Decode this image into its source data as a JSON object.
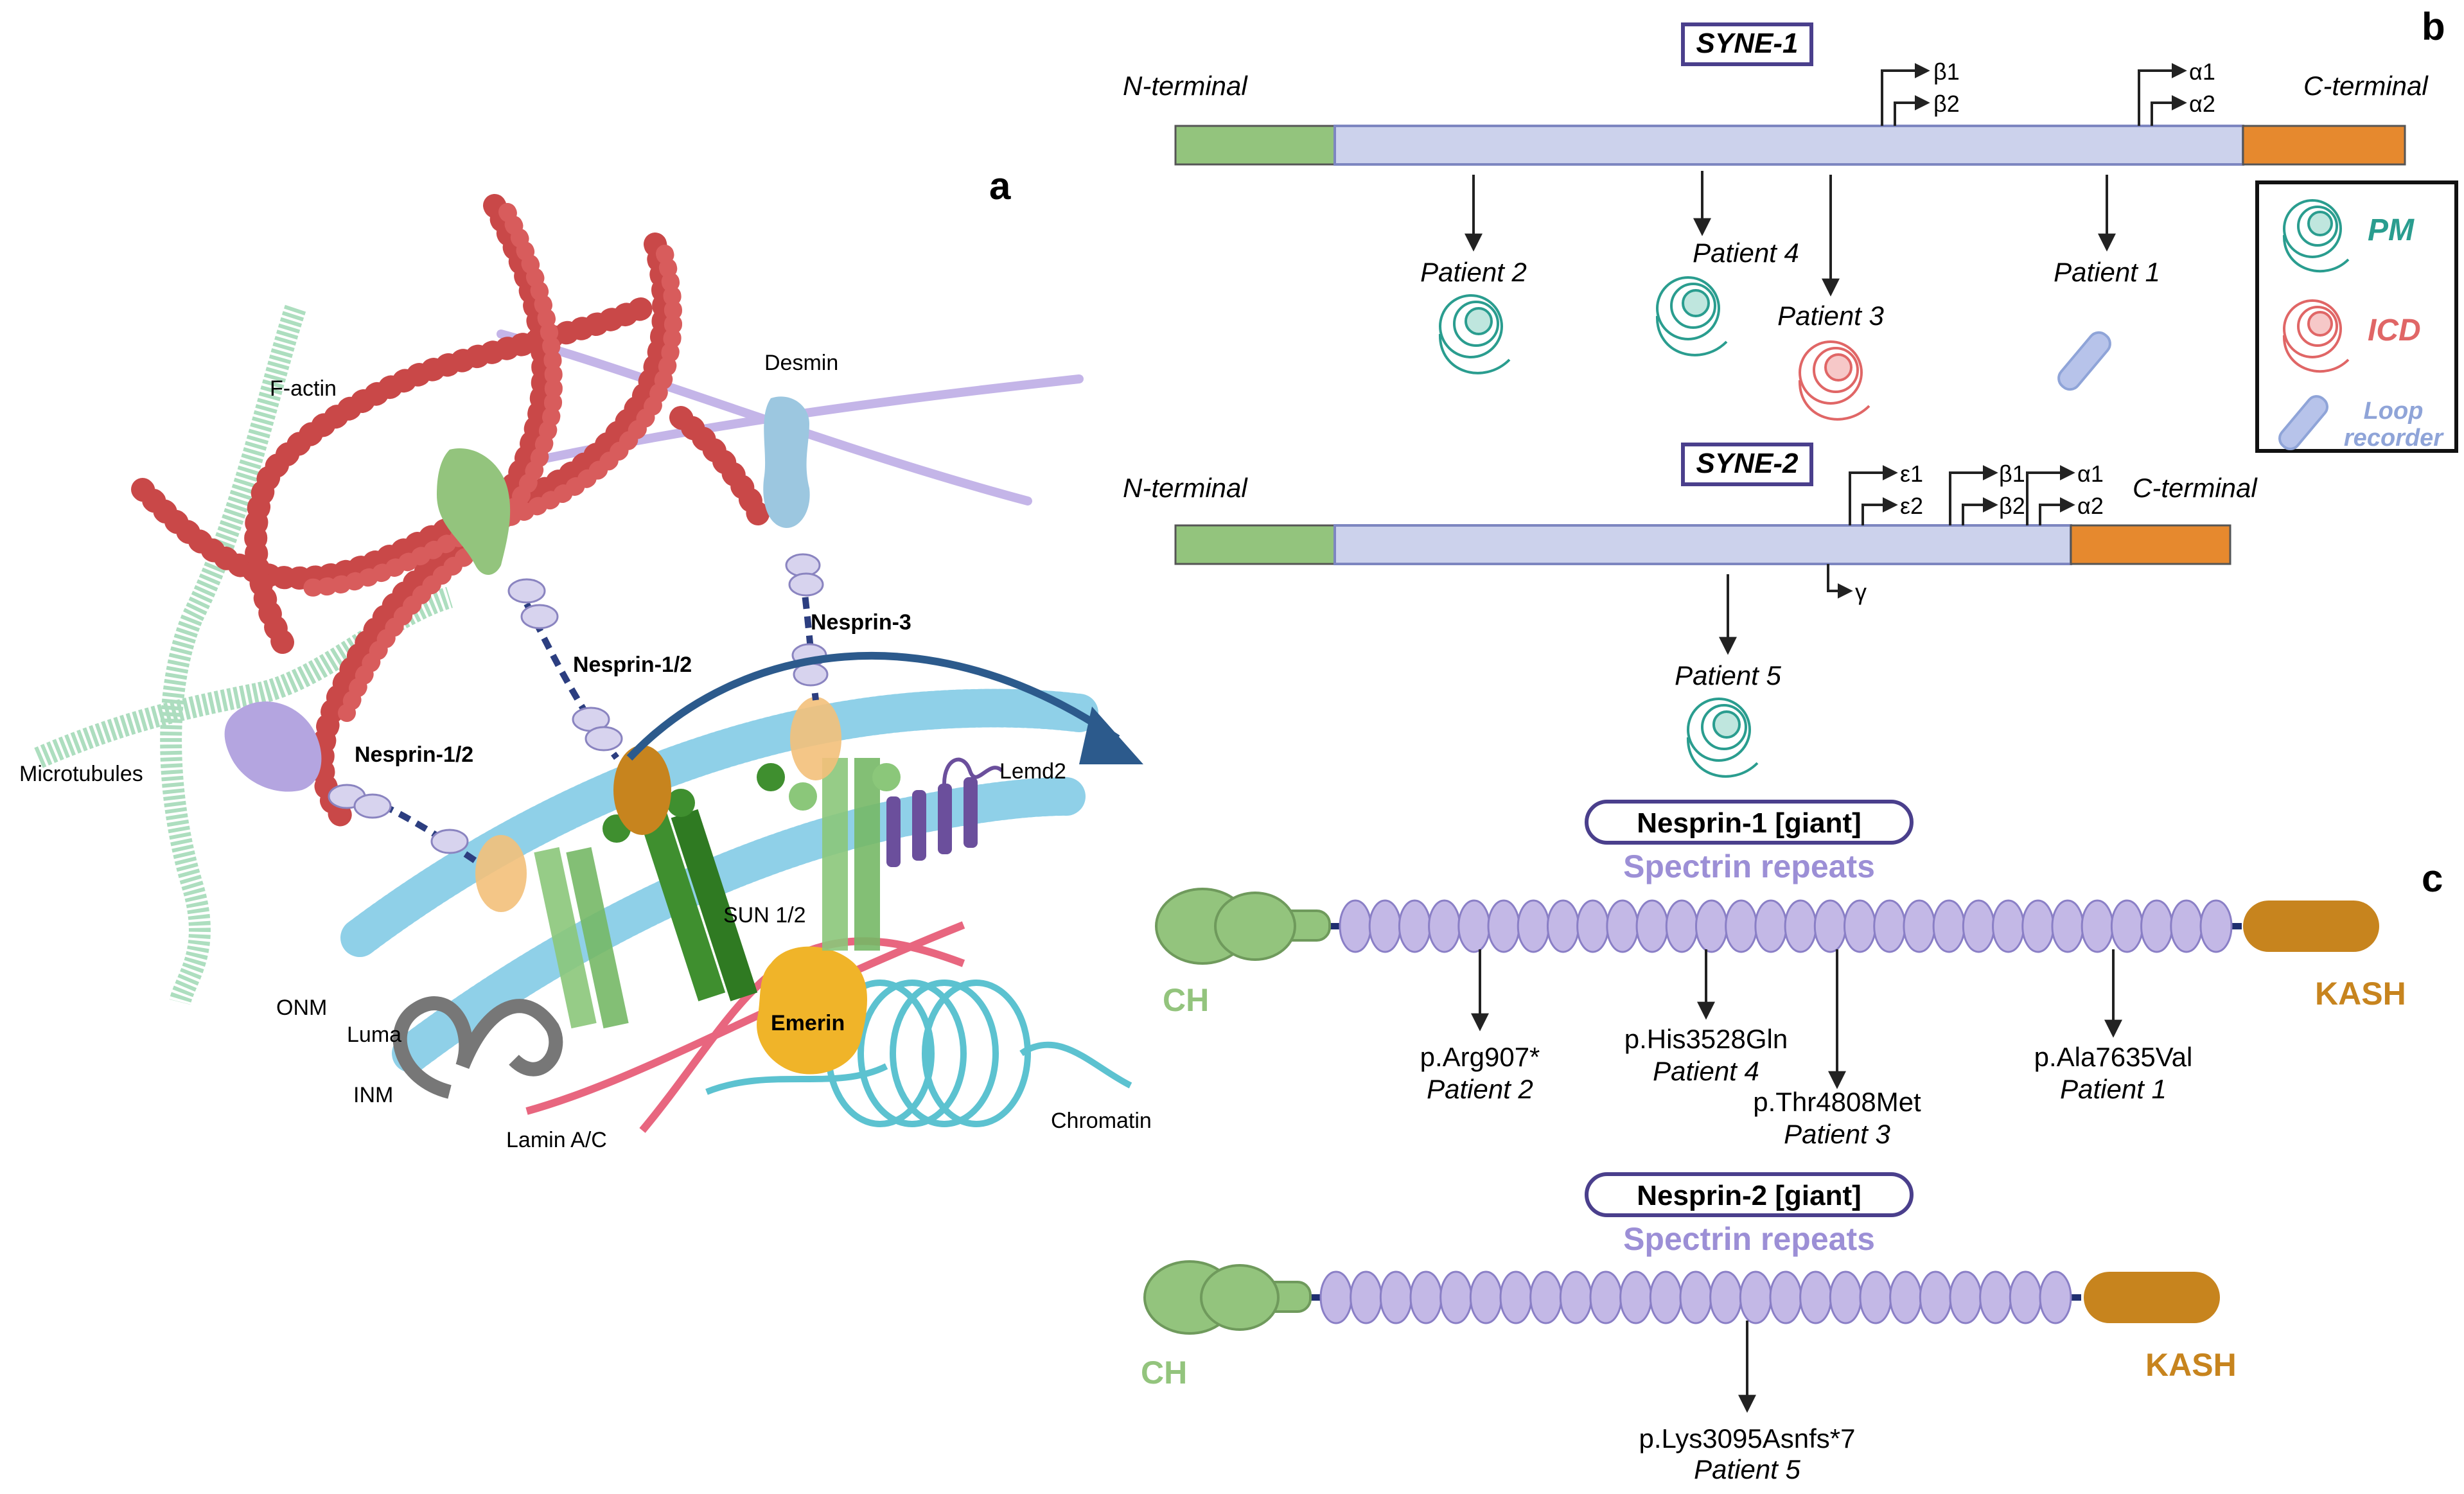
{
  "panels": {
    "a": "a",
    "b": "b",
    "c": "c"
  },
  "panel_a": {
    "labels": {
      "factin": "F-actin",
      "desmin": "Desmin",
      "microtubules": "Microtubules",
      "nesprin12_left": "Nesprin-1/2",
      "nesprin12_mid": "Nesprin-1/2",
      "nesprin3": "Nesprin-3",
      "lemd2": "Lemd2",
      "sun": "SUN 1/2",
      "emerin": "Emerin",
      "onm": "ONM",
      "luma": "Luma",
      "inm": "INM",
      "lamin": "Lamin A/C",
      "chromatin": "Chromatin"
    }
  },
  "panel_b": {
    "syne1": {
      "title": "SYNE-1",
      "n_terminal": "N-terminal",
      "c_terminal": "C-terminal",
      "promoters": [
        "β1",
        "β2",
        "α1",
        "α2"
      ],
      "patients": [
        "Patient 2",
        "Patient 4",
        "Patient 3",
        "Patient 1"
      ]
    },
    "syne2": {
      "title": "SYNE-2",
      "n_terminal": "N-terminal",
      "c_terminal": "C-terminal",
      "promoters": [
        "ε1",
        "ε2",
        "β1",
        "β2",
        "α1",
        "α2",
        "γ"
      ],
      "patients": [
        "Patient 5"
      ]
    },
    "legend": {
      "pm": "PM",
      "icd": "ICD",
      "loop_line1": "Loop",
      "loop_line2": "recorder"
    }
  },
  "panel_c": {
    "nesprin1": {
      "title": "Nesprin-1 [giant]",
      "subtitle": "Spectrin repeats",
      "ch": "CH",
      "kash": "KASH",
      "variants": [
        {
          "variant": "p.Arg907*",
          "patient": "Patient 2"
        },
        {
          "variant": "p.His3528Gln",
          "patient": "Patient 4"
        },
        {
          "variant": "p.Thr4808Met",
          "patient": "Patient 3"
        },
        {
          "variant": "p.Ala7635Val",
          "patient": "Patient 1"
        }
      ]
    },
    "nesprin2": {
      "title": "Nesprin-2 [giant]",
      "subtitle": "Spectrin repeats",
      "ch": "CH",
      "kash": "KASH",
      "variants": [
        {
          "variant": "p.Lys3095Asnfs*7",
          "patient": "Patient 5"
        }
      ]
    }
  },
  "colors": {
    "n_terminal": "#93c47d",
    "rod": "#ccd2ec",
    "c_terminal": "#e6892e",
    "title_border": "#4a3f8c",
    "pm": "#2a9d8f",
    "icd": "#e06666",
    "loop": "#8fa4d8",
    "spectrin": "#c3b8e6",
    "ch": "#93c47d",
    "kash": "#c7841e",
    "actin": "#cc4444",
    "membrane": "#8fd0e8"
  }
}
